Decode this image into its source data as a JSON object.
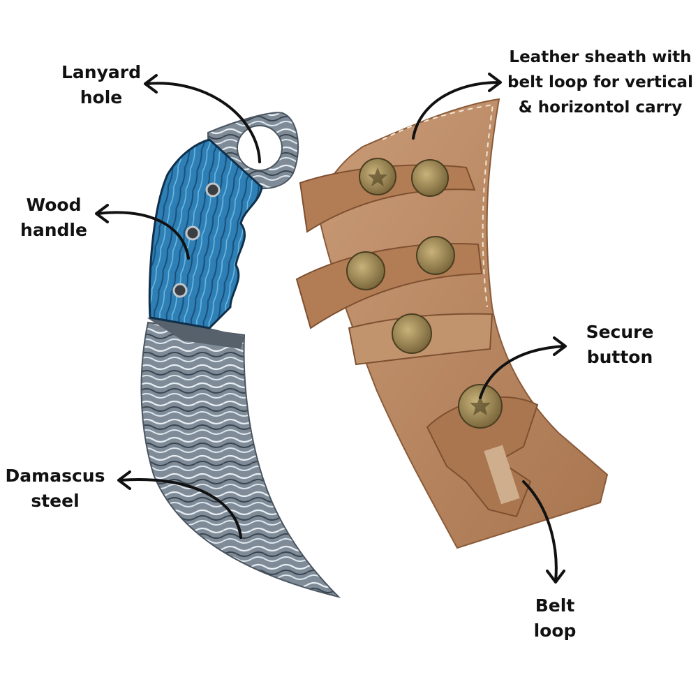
{
  "labels": {
    "lanyard": [
      "Lanyard",
      "hole"
    ],
    "wood": [
      "Wood",
      "handle"
    ],
    "damascus": [
      "Damascus",
      "steel"
    ],
    "sheath": [
      "Leather sheath with",
      "belt loop for vertical",
      "& horizontol carry"
    ],
    "secure": [
      "Secure",
      "button"
    ],
    "belt": [
      "Belt",
      "loop"
    ]
  },
  "colors": {
    "label_text": "#111111",
    "arrow": "#111111",
    "handle_blue": "#2d7fb5",
    "blade_steel": "#8e9aa6",
    "leather": "#b98763"
  },
  "icons": [
    "arrow-icon",
    "knife-illustration",
    "sheath-illustration"
  ]
}
